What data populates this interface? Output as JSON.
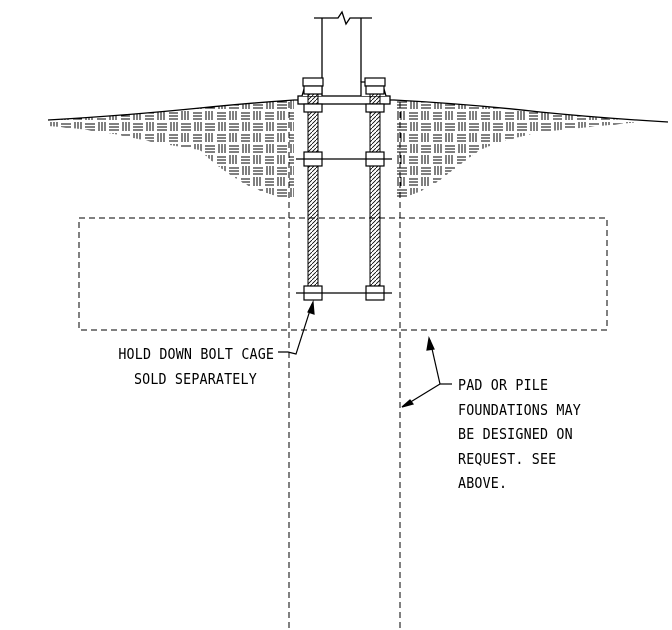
{
  "labels": {
    "bolt_cage": {
      "line1": "HOLD DOWN BOLT CAGE",
      "line2": "SOLD SEPARATELY"
    },
    "foundations": {
      "line1": "PAD OR PILE",
      "line2": "FOUNDATIONS MAY",
      "line3": "BE DESIGNED ON",
      "line4": "REQUEST. SEE",
      "line5": "ABOVE."
    }
  },
  "colors": {
    "line": "#000000",
    "background": "#ffffff"
  }
}
